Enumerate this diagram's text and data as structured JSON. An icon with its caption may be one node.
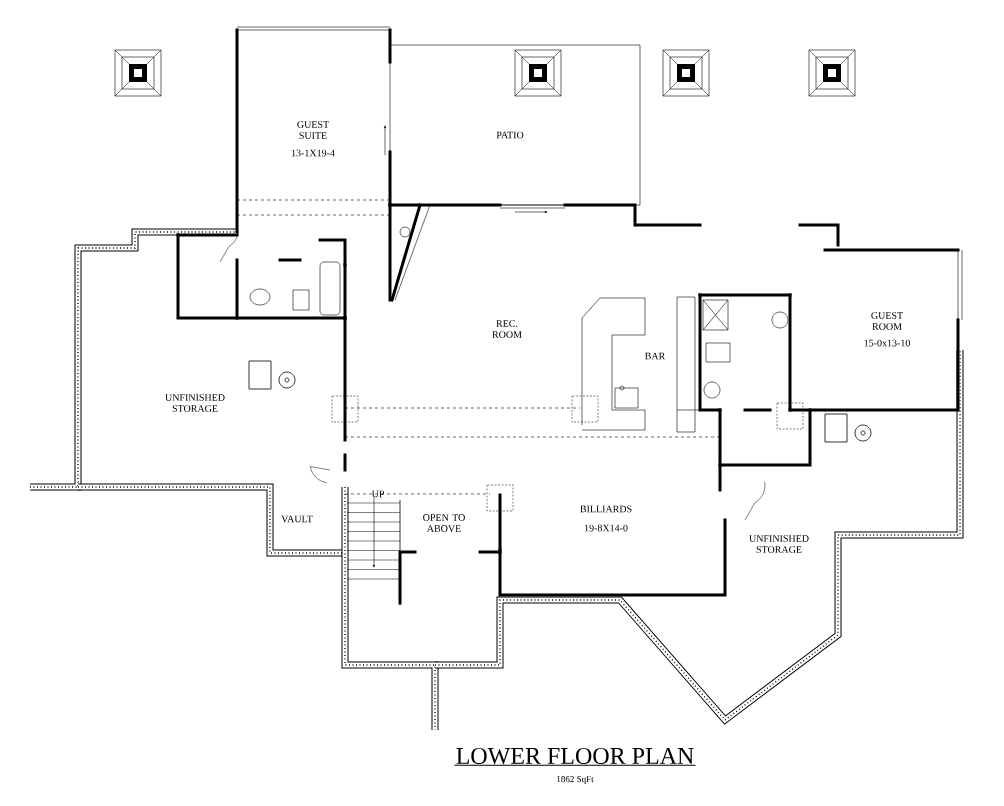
{
  "diagram": {
    "title": "LOWER FLOOR PLAN",
    "caption": "1862 SqFt",
    "labels": [
      "GUEST SUITE",
      "13-1X19-4",
      "PATIO",
      "REC. ROOM",
      "BAR",
      "GUEST ROOM",
      "15-0x13-10",
      "UNFINISHED STORAGE",
      "VAULT",
      "UP",
      "OPEN TO ABOVE",
      "BILLIARDS",
      "19-8X14-0",
      "UNFINISHED STORAGE"
    ]
  }
}
